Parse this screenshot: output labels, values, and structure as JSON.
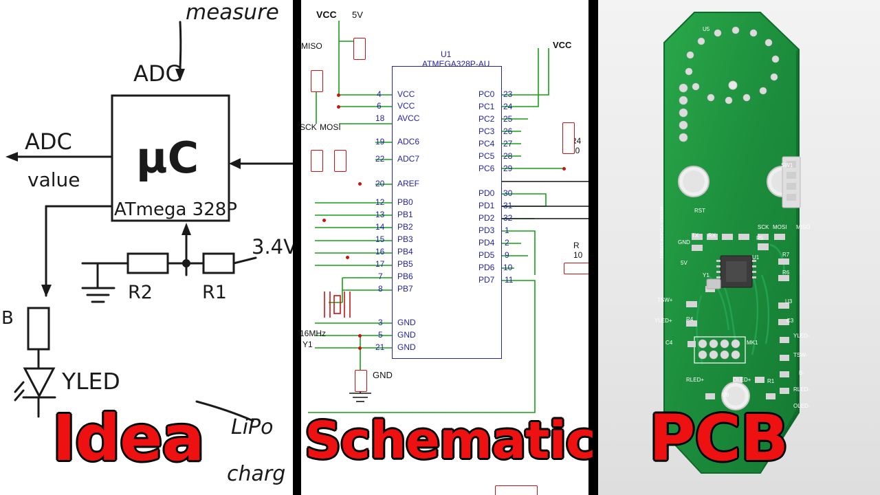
{
  "meta": {
    "image_title": "Idea / Schematic / PCB three-panel comparison",
    "panels": [
      "Idea",
      "Schematic",
      "PCB"
    ]
  },
  "captions": {
    "idea": "Idea",
    "schematic": "Schematic",
    "pcb": "PCB",
    "color": "#ee1111",
    "outline_color": "#000000"
  },
  "idea_panel": {
    "labels": {
      "measure": "measure",
      "adc_top": "ADC",
      "adc_out": "ADC",
      "value": "value",
      "mcu_symbol": "µC",
      "mcu_part": "ATmega 328P",
      "r2": "R2",
      "r1": "R1",
      "voltage": "3.4V",
      "yled": "YLED",
      "lipo": "LiPo",
      "charge": "charg",
      "b_label": "B"
    }
  },
  "schematic_panel": {
    "power": {
      "vcc_left": "VCC",
      "v5": "5V",
      "vcc_right": "VCC",
      "gnd_bottom": "GND"
    },
    "ic": {
      "designator": "U1",
      "part_number": "ATMEGA328P-AU"
    },
    "left_nets": [
      "MISO",
      "SCK",
      "MOSI"
    ],
    "left_pins": [
      {
        "num": "4",
        "name": "VCC"
      },
      {
        "num": "6",
        "name": "VCC"
      },
      {
        "num": "18",
        "name": "AVCC"
      },
      {
        "num": "19",
        "name": "ADC6"
      },
      {
        "num": "22",
        "name": "ADC7"
      },
      {
        "num": "20",
        "name": "AREF"
      },
      {
        "num": "12",
        "name": "PB0"
      },
      {
        "num": "13",
        "name": "PB1"
      },
      {
        "num": "14",
        "name": "PB2"
      },
      {
        "num": "15",
        "name": "PB3"
      },
      {
        "num": "16",
        "name": "PB4"
      },
      {
        "num": "17",
        "name": "PB5"
      },
      {
        "num": "7",
        "name": "PB6"
      },
      {
        "num": "8",
        "name": "PB7"
      },
      {
        "num": "3",
        "name": "GND"
      },
      {
        "num": "5",
        "name": "GND"
      },
      {
        "num": "21",
        "name": "GND"
      }
    ],
    "right_pins": [
      {
        "name": "PC0",
        "num": "23"
      },
      {
        "name": "PC1",
        "num": "24"
      },
      {
        "name": "PC2",
        "num": "25"
      },
      {
        "name": "PC3",
        "num": "26"
      },
      {
        "name": "PC4",
        "num": "27"
      },
      {
        "name": "PC5",
        "num": "28"
      },
      {
        "name": "PC6",
        "num": "29"
      },
      {
        "name": "PD0",
        "num": "30"
      },
      {
        "name": "PD1",
        "num": "31"
      },
      {
        "name": "PD2",
        "num": "32"
      },
      {
        "name": "PD3",
        "num": "1"
      },
      {
        "name": "PD4",
        "num": "2"
      },
      {
        "name": "PD5",
        "num": "9"
      },
      {
        "name": "PD6",
        "num": "10"
      },
      {
        "name": "PD7",
        "num": "11"
      }
    ],
    "components": [
      {
        "ref": "R4",
        "value": "10"
      },
      {
        "ref": "R",
        "value": "10"
      },
      {
        "ref": "Y1",
        "value": "16MHz"
      }
    ]
  },
  "pcb_panel": {
    "board_color": "#1d8f3d",
    "silkscreen": [
      {
        "text": "U5"
      },
      {
        "text": "SW1"
      },
      {
        "text": "49936A-Y15424-170801"
      },
      {
        "text": "RST"
      },
      {
        "text": "TX"
      },
      {
        "text": "RX"
      },
      {
        "text": "SCK"
      },
      {
        "text": "MOSI"
      },
      {
        "text": "MISO"
      },
      {
        "text": "GND"
      },
      {
        "text": "5V"
      },
      {
        "text": "R5"
      },
      {
        "text": "U1"
      },
      {
        "text": "R7"
      },
      {
        "text": "R6"
      },
      {
        "text": "Y1"
      },
      {
        "text": "U3"
      },
      {
        "text": "TSW+"
      },
      {
        "text": "YLED+"
      },
      {
        "text": "R4"
      },
      {
        "text": "C3"
      },
      {
        "text": "C4"
      },
      {
        "text": "MK1"
      },
      {
        "text": "YLED-"
      },
      {
        "text": "TSW-"
      },
      {
        "text": "B-"
      },
      {
        "text": "RLED-"
      },
      {
        "text": "OLED-"
      },
      {
        "text": "RLED+"
      },
      {
        "text": "OLED+"
      },
      {
        "text": "R1"
      },
      {
        "text": "U6"
      }
    ]
  }
}
